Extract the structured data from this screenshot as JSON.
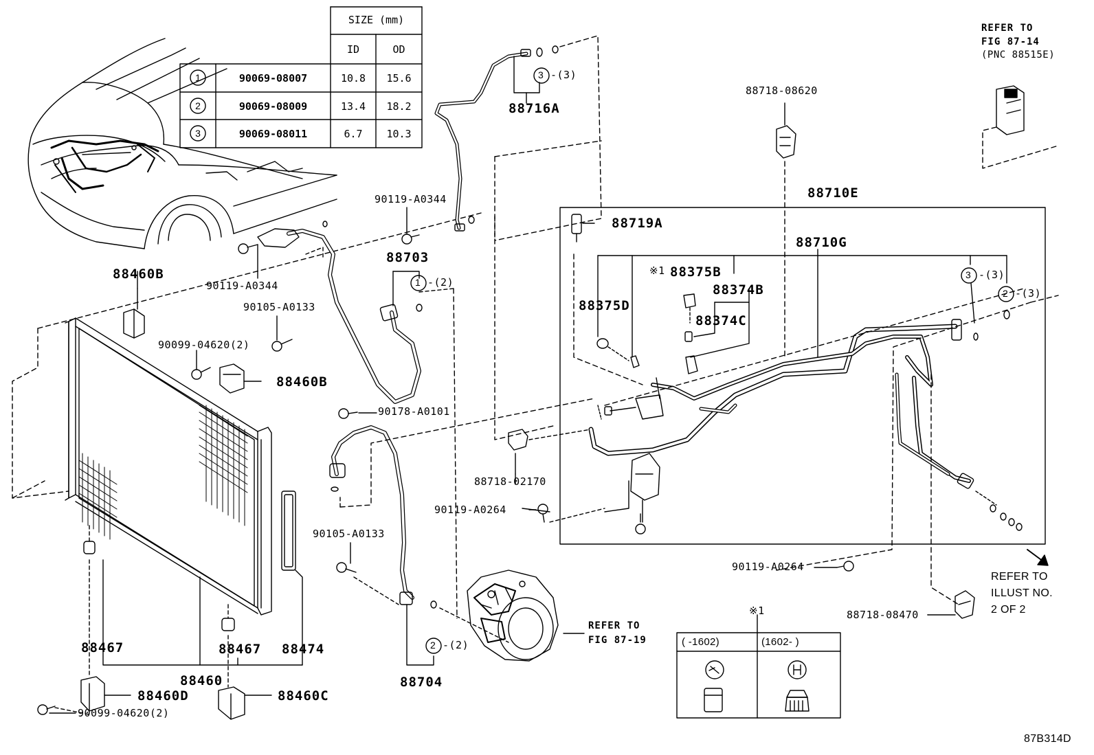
{
  "size_table": {
    "header": "SIZE (mm)",
    "col_id": "ID",
    "col_od": "OD",
    "rows": [
      {
        "num": "1",
        "part": "90069-08007",
        "id": "10.8",
        "od": "15.6"
      },
      {
        "num": "2",
        "part": "90069-08009",
        "id": "13.4",
        "od": "18.2"
      },
      {
        "num": "3",
        "part": "90069-08011",
        "id": "6.7",
        "od": "10.3"
      }
    ]
  },
  "labels": {
    "p88716A": "88716A",
    "c3a": "3",
    "c3a_qty": "-(3)",
    "p90119_A0344_top": "90119-A0344",
    "p88703": "88703",
    "c1": "1",
    "c1_qty": "-(2)",
    "p90119_A0344_left": "90119-A0344",
    "p88460B_top": "88460B",
    "p90105_A0133_top": "90105-A0133",
    "p90099_04620_top": "90099-04620(2)",
    "p88460B_mid": "88460B",
    "p90178_A0101": "90178-A0101",
    "p88718_02170": "88718-02170",
    "p90119_A0264_mid": "90119-A0264",
    "p90105_A0133_bot": "90105-A0133",
    "p88467_left": "88467",
    "p88467_mid": "88467",
    "p88474": "88474",
    "p88460": "88460",
    "p88460D": "88460D",
    "p88460C": "88460C",
    "p90099_04620_bot": "90099-04620(2)",
    "c2_bot": "2",
    "c2_bot_qty": "-(2)",
    "p88704": "88704",
    "refer_87_19_a": "REFER TO",
    "refer_87_19_b": "FIG 87-19",
    "p88718_08620": "88718-08620",
    "p88710E": "88710E",
    "p88719A": "88719A",
    "p88710G": "88710G",
    "note1": "※1",
    "p88375B": "88375B",
    "p88374B": "88374B",
    "p88375D": "88375D",
    "p88374C": "88374C",
    "c3_right": "3",
    "c3_right_qty": "-(3)",
    "c2_right": "2",
    "c2_right_qty": "-(3)",
    "refer_87_14_a": "REFER TO",
    "refer_87_14_b": "FIG 87-14",
    "refer_87_14_c": "(PNC 88515E)",
    "p90119_A0264_right": "90119-A0264",
    "refer_illust_a": "REFER TO",
    "refer_illust_b": "ILLUST NO.",
    "refer_illust_c": "2 OF 2",
    "p88718_08470": "88718-08470",
    "note1_mark": "※1",
    "note_col1": "(    -1602)",
    "note_col2": "(1602-    )",
    "diagram_code": "87B314D"
  }
}
